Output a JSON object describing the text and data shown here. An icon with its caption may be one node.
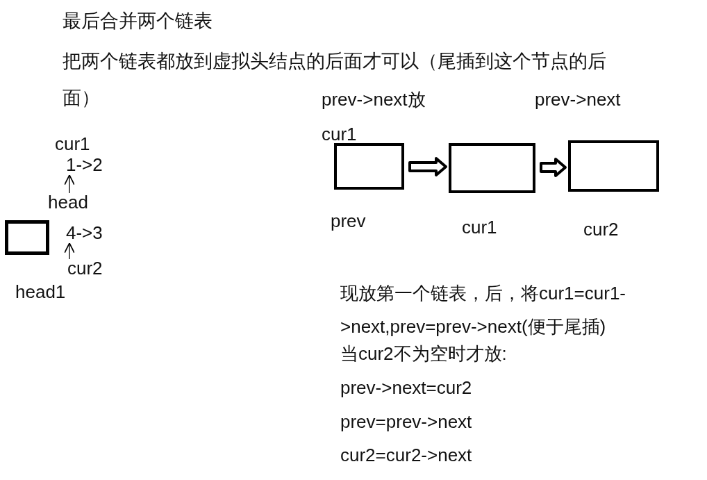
{
  "diagram": {
    "title": "最后合并两个链表",
    "nodes": [
      {
        "text": [
          "1->2"
        ]
      },
      {
        "text": [
          "head"
        ]
      },
      {
        "text": [
          "4->3"
        ]
      },
      {
        "text": [
          "cur2"
        ]
      },
      {
        "text": [],
        "shape": "box"
      },
      {
        "text": [],
        "shape": "box",
        "beside": [
          "prev"
        ]
      },
      {
        "text": [],
        "shape": "box",
        "beside": [
          "cur1"
        ]
      },
      {
        "text": [],
        "shape": "box",
        "beside": [
          "cur2"
        ]
      }
    ],
    "edges": [
      {
        "from": 1,
        "to": 0,
        "arrow": "to"
      },
      {
        "from": 3,
        "to": 2,
        "arrow": "to"
      },
      {
        "from": 5,
        "to": 6,
        "arrow": "to",
        "style": "thick"
      },
      {
        "from": 6,
        "to": 7,
        "arrow": "to",
        "style": "thick"
      }
    ],
    "labels": [
      "把两个链表都放到虚拟头结点的后面才可以（尾插到这个节点的后面）",
      "cur1",
      "head1",
      "prev->next放",
      "prev->next",
      "cur1",
      "现放第一个链表，后，将cur1=cur1->next,prev=prev->next(便于尾插)",
      "当cur2不为空时才放:",
      "prev->next=cur2",
      "prev=prev->next",
      "cur2=cur2->next"
    ]
  }
}
